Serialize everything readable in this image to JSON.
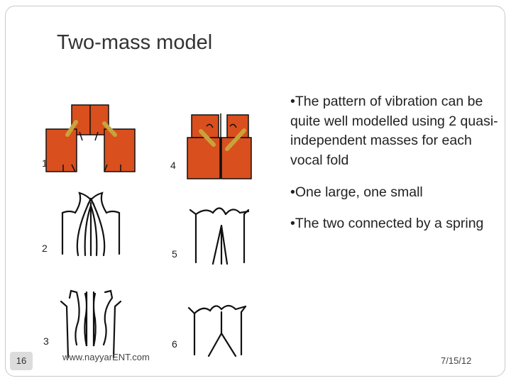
{
  "slide": {
    "title": "Two-mass model",
    "bullets": [
      "•The pattern of vibration can be quite well modelled using 2 quasi-independent masses for each vocal fold",
      "•One large, one small",
      "•The two connected by a spring"
    ],
    "figure_labels": [
      "1",
      "2",
      "3",
      "4",
      "5",
      "6"
    ],
    "footer": {
      "slide_number": "16",
      "url": "www.nayyarENT.com",
      "date": "7/15/12"
    },
    "colors": {
      "mass": "#d94f1e",
      "spring": "#c8a33a",
      "outline": "#111111"
    }
  }
}
